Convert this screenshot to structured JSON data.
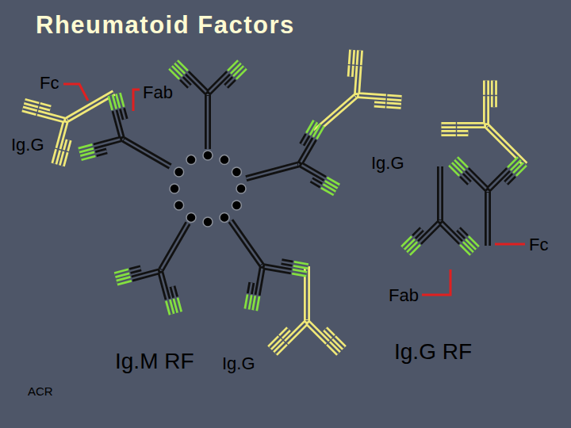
{
  "diagram": {
    "title": "Rheumatoid Factors",
    "labels": [
      "Fc",
      "Fab",
      "Ig.G",
      "Ig.G",
      "Fc",
      "Fab",
      "Ig.M RF",
      "Ig.G",
      "Ig.G RF",
      "ACR"
    ]
  }
}
